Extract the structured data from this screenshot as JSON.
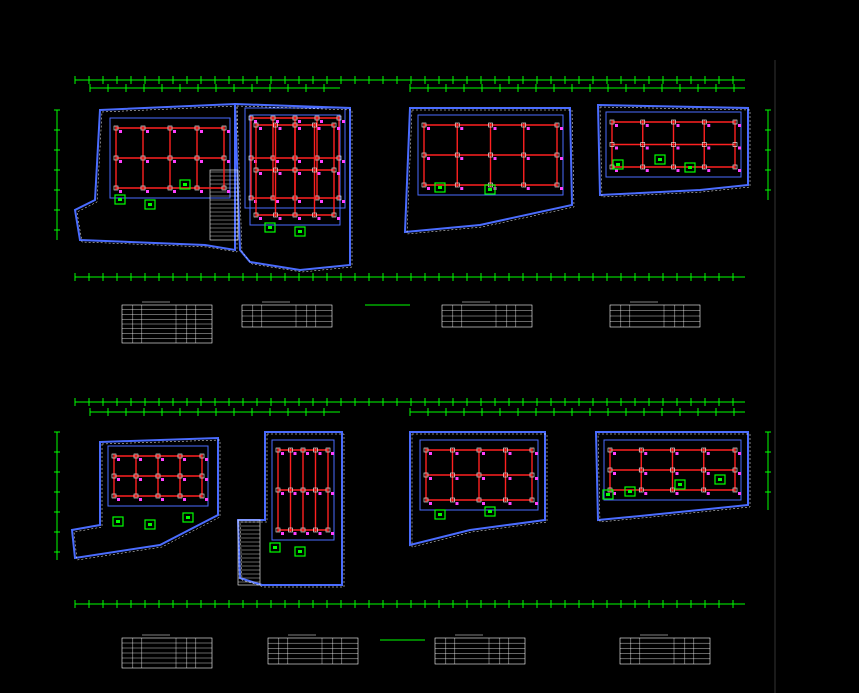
{
  "drawing": {
    "background": "#000000",
    "colors": {
      "grid": "#00ff00",
      "wall": "#4a6cff",
      "pipe": "#ff2020",
      "equipment": "#00ff00",
      "outline": "#ffffff",
      "marker": "#ff40ff",
      "divider": "#333333"
    }
  },
  "sheets": [
    {
      "id": "top",
      "plans": [
        "plan-1a",
        "plan-1b",
        "plan-1c",
        "plan-1d"
      ],
      "tables": 4
    },
    {
      "id": "bottom",
      "plans": [
        "plan-2a",
        "plan-2b",
        "plan-2c",
        "plan-2d"
      ],
      "tables": 4
    }
  ]
}
